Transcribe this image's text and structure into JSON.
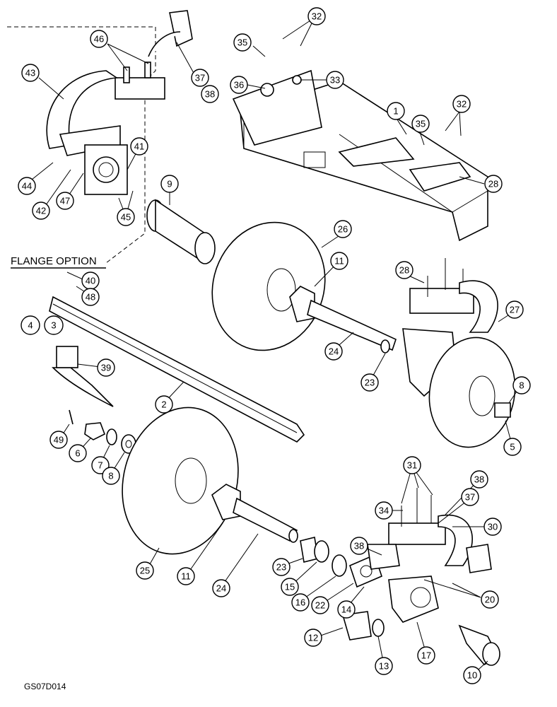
{
  "flange_option_label": "FLANGE OPTION",
  "figure_code": "GS07D014",
  "callouts": {
    "c46": "46",
    "c43": "43",
    "c37": "37",
    "c38a": "38",
    "c32a": "32",
    "c35a": "35",
    "c36": "36",
    "c33": "33",
    "c1": "1",
    "c35b": "35",
    "c32b": "32",
    "c41": "41",
    "c44": "44",
    "c42": "42",
    "c47": "47",
    "c45": "45",
    "c28a": "28",
    "c9": "9",
    "c26": "26",
    "c11a": "11",
    "c28b": "28",
    "c27": "27",
    "c40": "40",
    "c48": "48",
    "c4": "4",
    "c3": "3",
    "c39": "39",
    "c24a": "24",
    "c23a": "23",
    "c8a": "8",
    "c2": "2",
    "c49": "49",
    "c6": "6",
    "c7": "7",
    "c8b": "8",
    "c5": "5",
    "c31": "31",
    "c38b": "38",
    "c34": "34",
    "c37b": "37",
    "c30": "30",
    "c38c": "38",
    "c20": "20",
    "c25": "25",
    "c11b": "11",
    "c24b": "24",
    "c23b": "23",
    "c15": "15",
    "c16": "16",
    "c22": "22",
    "c14": "14",
    "c12": "12",
    "c13": "13",
    "c17": "17",
    "c10": "10"
  }
}
